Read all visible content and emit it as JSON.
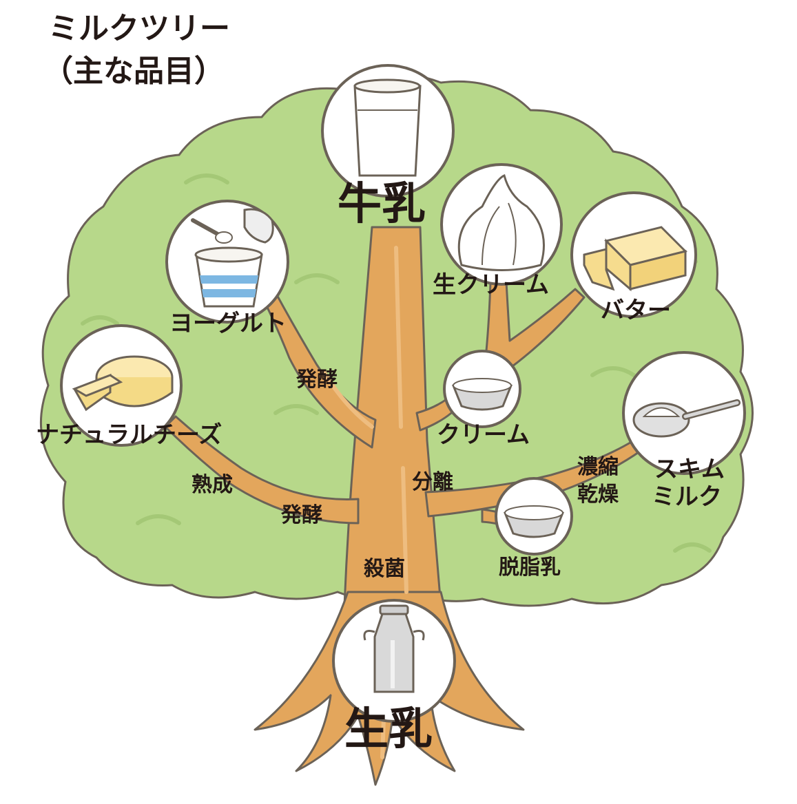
{
  "title": {
    "line1": "ミルクツリー",
    "line2": "（主な品目）"
  },
  "products": {
    "raw_milk": "生乳",
    "milk": "牛乳",
    "fresh_cream": "生クリーム",
    "butter": "バター",
    "yogurt": "ヨーグルト",
    "natural_cheese": "ナチュラルチーズ",
    "cream": "クリーム",
    "skim_milk_line1": "スキム",
    "skim_milk_line2": "ミルク",
    "skimmed_milk": "脱脂乳"
  },
  "processes": {
    "sterilization": "殺菌",
    "fermentation_yogurt": "発酵",
    "fermentation_cheese": "発酵",
    "ripening": "熟成",
    "separation": "分離",
    "concentration": "濃縮",
    "drying": "乾燥"
  },
  "colors": {
    "foliage": "#b7d88a",
    "foliage_dark": "#a4c876",
    "outline": "#6b6257",
    "trunk": "#e3a65c",
    "trunk_light": "#eebd80",
    "text": "#231815",
    "yogurt_stripe": "#7db7e2",
    "butter": "#f6dc8e",
    "cheese": "#f4da86"
  }
}
